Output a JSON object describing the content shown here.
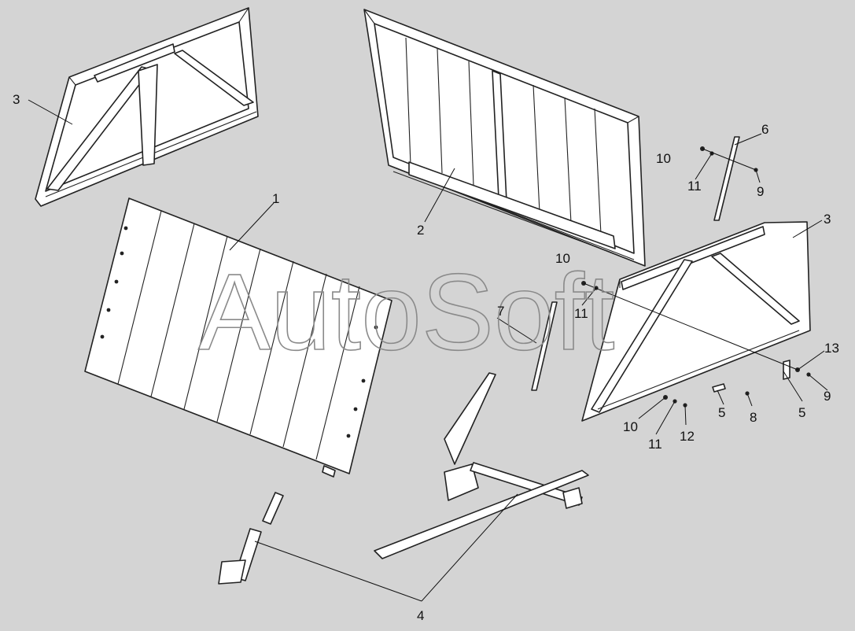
{
  "watermark": "AutoSoft",
  "callouts": {
    "p1": "1",
    "p2": "2",
    "p3_left": "3",
    "p3_right": "3",
    "p4": "4",
    "p5_a": "5",
    "p5_b": "5",
    "p6": "6",
    "p7": "7",
    "p8": "8",
    "p9_top": "9",
    "p9_right": "9",
    "p10_top": "10",
    "p10_mid": "10",
    "p10_bot": "10",
    "p11_top": "11",
    "p11_mid": "11",
    "p11_bot": "11",
    "p12": "12",
    "p13": "13"
  }
}
